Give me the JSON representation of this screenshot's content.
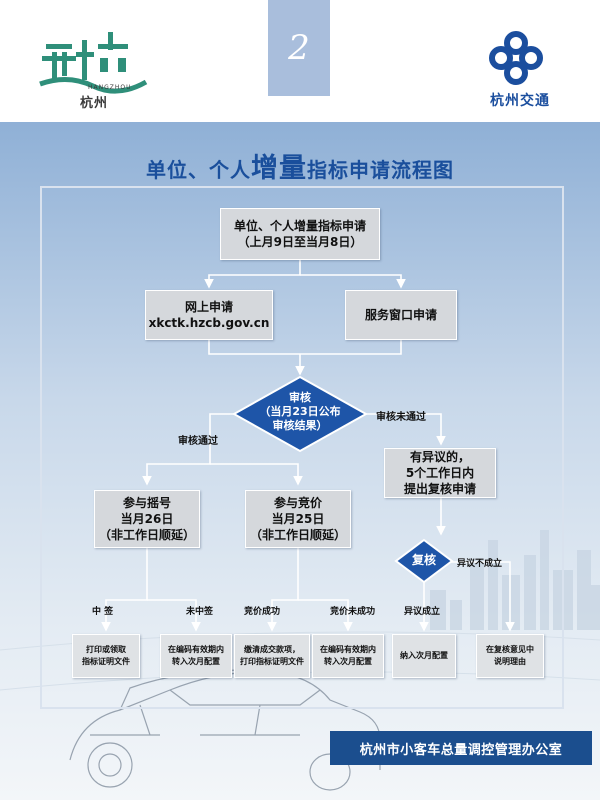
{
  "header": {
    "page_number": "2",
    "left_logo_text": "杭州",
    "left_logo_en": "HANGZHOU",
    "right_logo_text": "杭州交通"
  },
  "title": {
    "part1": "单位、个人",
    "part2": "增量",
    "part3": "指标申请流程图"
  },
  "flow": {
    "start": {
      "line1": "单位、个人增量指标申请",
      "line2": "（上月9日至当月8日）"
    },
    "online": {
      "line1": "网上申请",
      "line2": "xkctk.hzcb.gov.cn"
    },
    "window": {
      "line1": "服务窗口申请"
    },
    "review": {
      "line1": "审核",
      "line2": "（当月23日公布",
      "line3": "审核结果）"
    },
    "label_pass": "审核通过",
    "label_fail": "审核未通过",
    "objection": {
      "line1": "有异议的，",
      "line2": "5个工作日内",
      "line3": "提出复核申请"
    },
    "lottery": {
      "line1": "参与摇号",
      "line2": "当月26日",
      "line3": "（非工作日顺延）"
    },
    "auction": {
      "line1": "参与竞价",
      "line2": "当月25日",
      "line3": "（非工作日顺延）"
    },
    "recheck": "复核",
    "label_objection_fail": "异议不成立",
    "label_win": "中  签",
    "label_lose": "未中签",
    "label_bid_success": "竞价成功",
    "label_bid_fail": "竞价未成功",
    "label_objection_ok": "异议成立",
    "out1": {
      "line1": "打印或领取",
      "line2": "指标证明文件"
    },
    "out2": {
      "line1": "在编码有效期内",
      "line2": "转入次月配置"
    },
    "out3": {
      "line1": "缴清成交款项，",
      "line2": "打印指标证明文件"
    },
    "out4": {
      "line1": "在编码有效期内",
      "line2": "转入次月配置"
    },
    "out5": {
      "line1": "纳入次月配置"
    },
    "out6": {
      "line1": "在复核意见中",
      "line2": "说明理由"
    }
  },
  "footer": {
    "text": "杭州市小客车总量调控管理办公室"
  },
  "colors": {
    "brand_blue": "#1a4f9c",
    "diamond": "#1e55a8",
    "box_gray": "#d5d8dc",
    "footer_bg": "#1b4e8e"
  }
}
